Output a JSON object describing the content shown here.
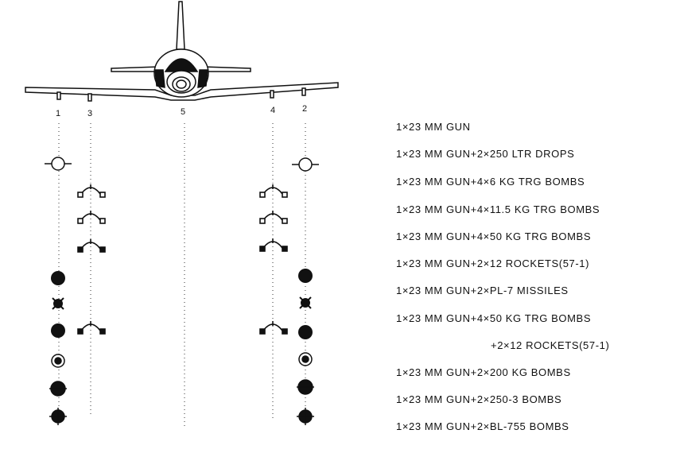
{
  "diagram": {
    "stations": [
      "1",
      "3",
      "5",
      "4",
      "2"
    ],
    "configurations": [
      "1×23 MM GUN",
      "1×23 MM GUN+2×250 LTR DROPS",
      "1×23 MM GUN+4×6 KG TRG BOMBS",
      "1×23 MM GUN+4×11.5 KG TRG BOMBS",
      "1×23 MM GUN+4×50 KG TRG BOMBS",
      "1×23 MM GUN+2×12 ROCKETS(57-1)",
      "1×23 MM GUN+2×PL-7 MISSILES",
      "1×23 MM GUN+4×50 KG TRG BOMBS",
      "+2×12 ROCKETS(57-1)",
      "1×23 MM GUN+2×200 KG BOMBS",
      "1×23 MM GUN+2×250-3 BOMBS",
      "1×23 MM GUN+2×BL-755 BOMBS"
    ]
  }
}
